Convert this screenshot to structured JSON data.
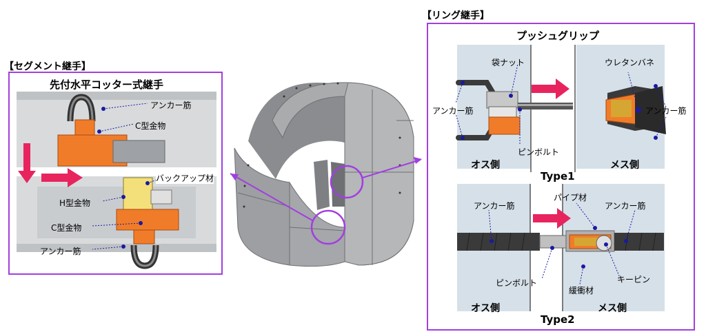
{
  "segment": {
    "header": "【セグメント継手】",
    "subtitle": "先付水平コッター式継手",
    "labels": {
      "anchor_top": "アンカー筋",
      "c_top": "C型金物",
      "backup": "バックアップ材",
      "h_metal": "H型金物",
      "c_bottom": "C型金物",
      "anchor_bottom": "アンカー筋"
    }
  },
  "ring": {
    "header": "【リング継手】",
    "subtitle": "プッシュグリップ",
    "type1": {
      "caption": "Type1",
      "fukuro_nut": "袋ナット",
      "anchor_left": "アンカー筋",
      "pin_bolt": "ピンボルト",
      "urethane_spring": "ウレタンバネ",
      "anchor_right": "アンカー筋",
      "male_side": "オス側",
      "female_side": "メス側"
    },
    "type2": {
      "caption": "Type2",
      "anchor_left": "アンカー筋",
      "pipe": "パイプ材",
      "anchor_right": "アンカー筋",
      "pin_bolt": "ピンボルト",
      "key_pin": "キーピン",
      "buffer": "緩衝材",
      "male_side": "オス側",
      "female_side": "メス側"
    }
  },
  "colors": {
    "frame": "#a23ee0",
    "arrow": "#e8245e",
    "orange": "#f07c2a",
    "steel": "#9a9a9a",
    "leader": "#1a1aa0"
  }
}
